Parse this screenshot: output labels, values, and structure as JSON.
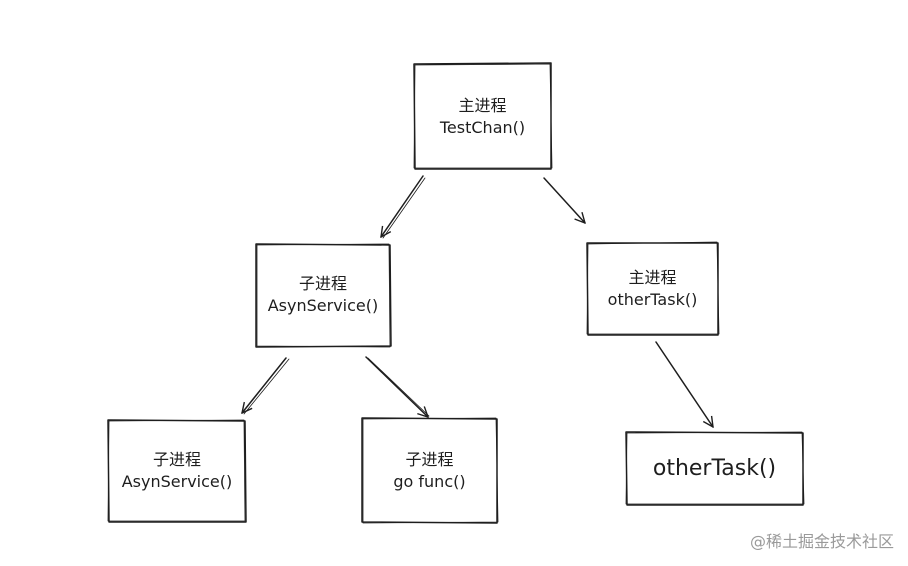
{
  "nodes": {
    "main_testchan": {
      "title": "主进程",
      "func": "TestChan()"
    },
    "child_asyn": {
      "title": "子进程",
      "func": "AsynService()"
    },
    "main_othertask": {
      "title": "主进程",
      "func": "otherTask()"
    },
    "child_asyn_leaf": {
      "title": "子进程",
      "func": "AsynService()"
    },
    "child_gofunc": {
      "title": "子进程",
      "func": "go func()"
    },
    "othertask_leaf": {
      "label": "otherTask()"
    }
  },
  "watermark": "@稀土掘金技术社区",
  "colors": {
    "stroke": "#1e1e1e",
    "background": "#ffffff",
    "watermark": "#9a9a9a"
  }
}
